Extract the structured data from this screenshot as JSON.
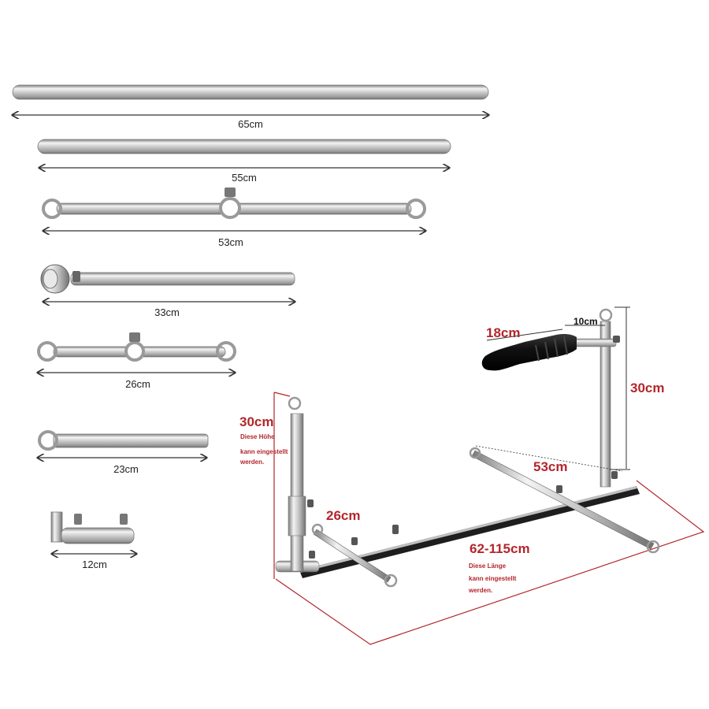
{
  "parts": [
    {
      "id": "rod-65",
      "label": "65cm"
    },
    {
      "id": "rod-55",
      "label": "55cm"
    },
    {
      "id": "bar-53",
      "label": "53cm"
    },
    {
      "id": "bar-33",
      "label": "33cm"
    },
    {
      "id": "bar-26",
      "label": "26cm"
    },
    {
      "id": "bar-23",
      "label": "23cm"
    },
    {
      "id": "bar-12",
      "label": "12cm"
    }
  ],
  "assembly": {
    "dildo_length": "18cm",
    "arm_length": "10cm",
    "right_post_height": "30cm",
    "left_post_height": "30cm",
    "left_post_note": [
      "Diese Höhe",
      "kann eingestellt",
      "werden."
    ],
    "cross_width": "53cm",
    "front_cross_width": "26cm",
    "base_length": "62-115cm",
    "base_note": [
      "Diese Länge",
      "kann eingestellt",
      "werden."
    ]
  },
  "colors": {
    "steel_light": "#f2f2f2",
    "steel_mid": "#c9c9c9",
    "steel_dark": "#8a8a8a",
    "dimension_line": "#333333",
    "dimension_red": "#b3262b",
    "dildo": "#151515"
  }
}
